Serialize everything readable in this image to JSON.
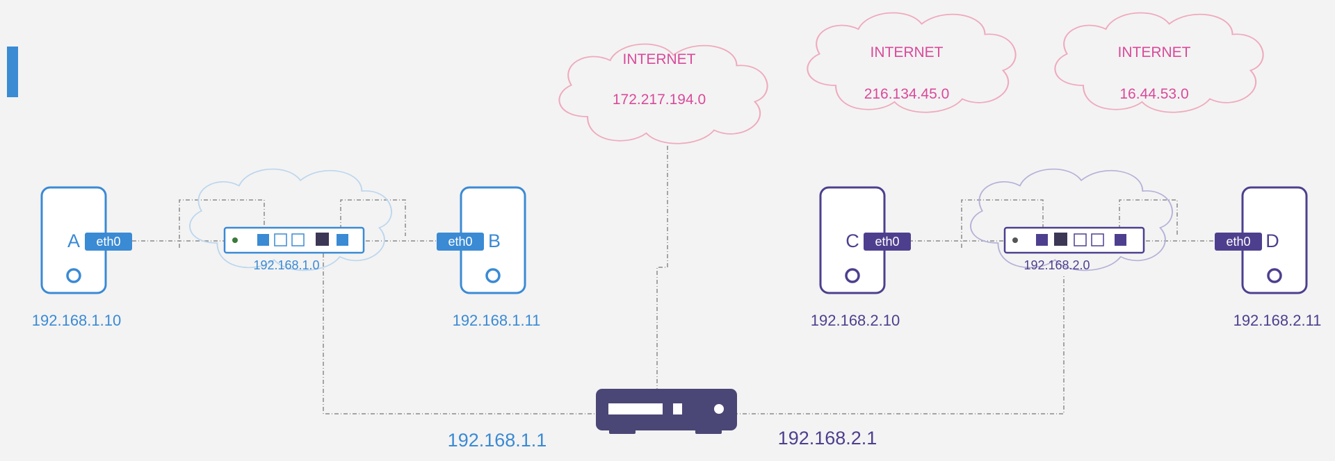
{
  "colors": {
    "background": "#f3f3f3",
    "blue": "#3a8ad4",
    "purple": "#4e3f8e",
    "pink_text": "#d94a9a",
    "pink_cloud": "#efaabd",
    "router": "#4a4675",
    "dark_port": "#3d3756",
    "line": "#8a8a8a"
  },
  "accent_bar": {
    "color": "#3a8ad4"
  },
  "clouds": [
    {
      "label": "INTERNET",
      "network": "172.217.194.0"
    },
    {
      "label": "INTERNET",
      "network": "216.134.45.0"
    },
    {
      "label": "INTERNET",
      "network": "16.44.53.0"
    }
  ],
  "hosts": [
    {
      "id": "A",
      "interface": "eth0",
      "ip": "192.168.1.10",
      "network": "left"
    },
    {
      "id": "B",
      "interface": "eth0",
      "ip": "192.168.1.11",
      "network": "left"
    },
    {
      "id": "C",
      "interface": "eth0",
      "ip": "192.168.2.10",
      "network": "right"
    },
    {
      "id": "D",
      "interface": "eth0",
      "ip": "192.168.2.11",
      "network": "right"
    }
  ],
  "switches": [
    {
      "network": "192.168.1.0"
    },
    {
      "network": "192.168.2.0"
    }
  ],
  "router": {
    "left_ip": "192.168.1.1",
    "right_ip": "192.168.2.1"
  },
  "icons": {
    "router": "router-icon",
    "switch": "switch-icon",
    "server": "server-icon",
    "cloud": "cloud-icon"
  }
}
